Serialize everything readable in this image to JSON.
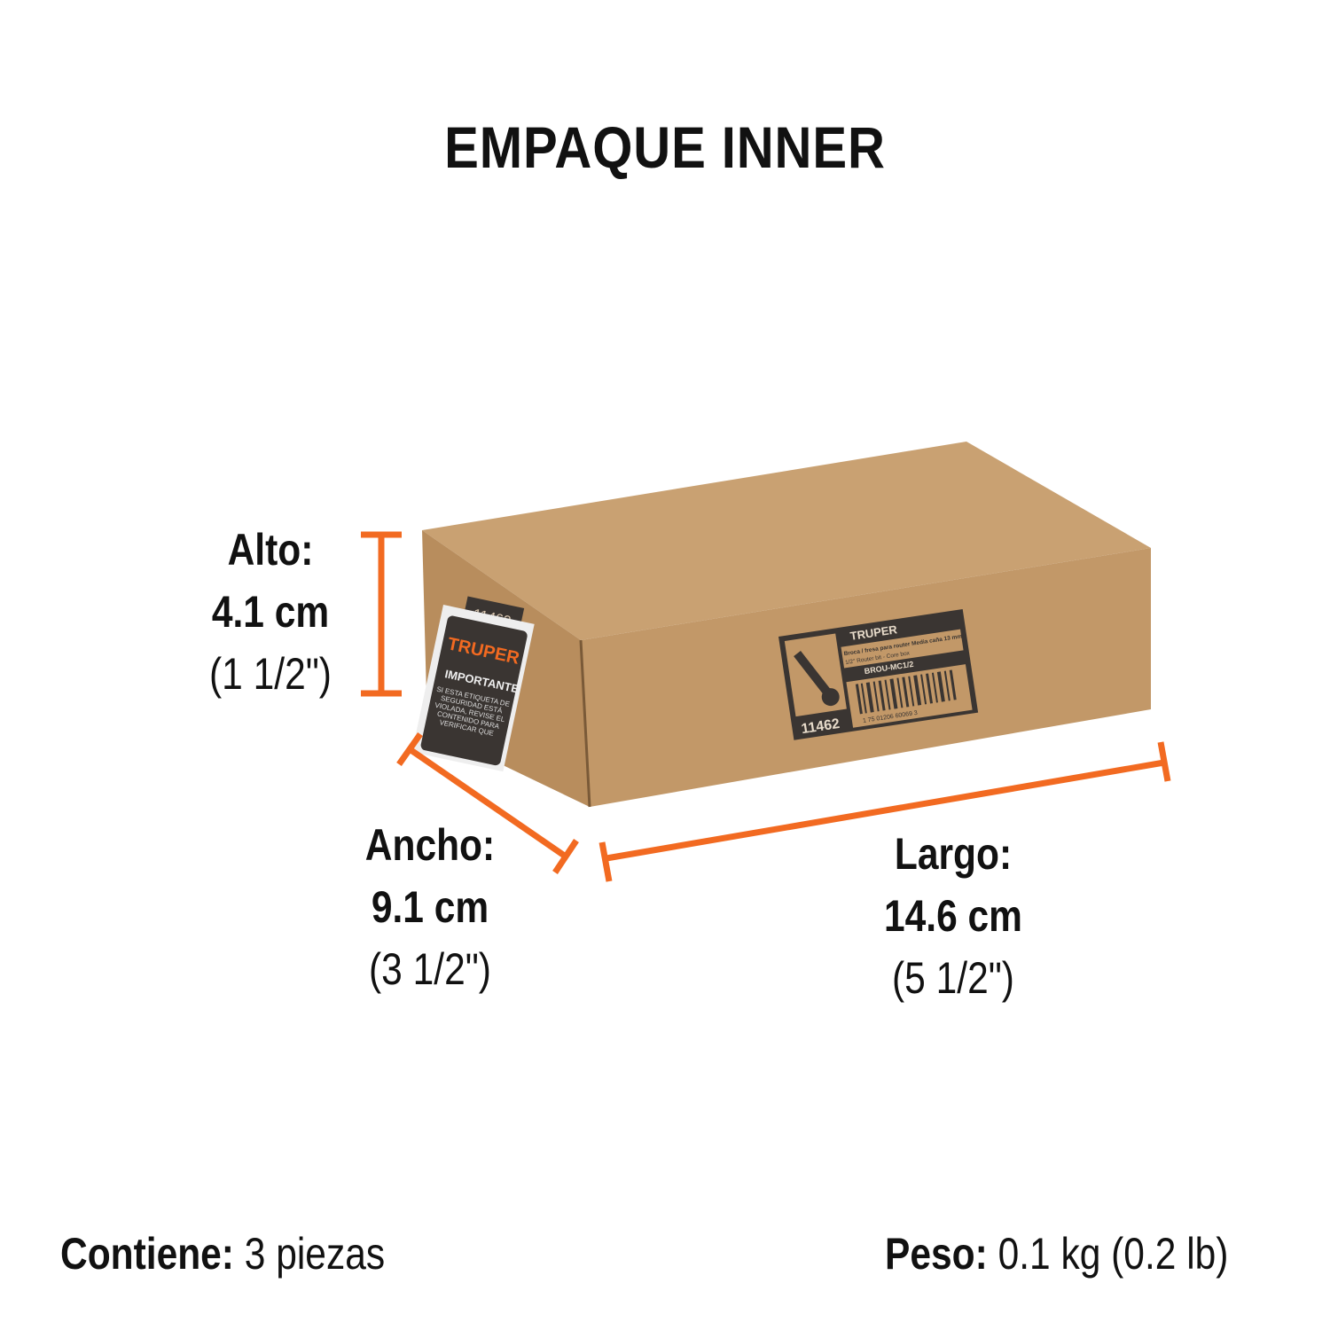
{
  "title": "EMPAQUE INNER",
  "dimensions": {
    "alto": {
      "label": "Alto:",
      "metric": "4.1 cm",
      "imperial": "(1 1/2\")"
    },
    "ancho": {
      "label": "Ancho:",
      "metric": "9.1 cm",
      "imperial": "(3 1/2\")"
    },
    "largo": {
      "label": "Largo:",
      "metric": "14.6 cm",
      "imperial": "(5 1/2\")"
    }
  },
  "footer": {
    "contents_label": "Contiene:",
    "contents_value": "3 piezas",
    "weight_label": "Peso:",
    "weight_value": "0.1 kg (0.2 lb)"
  },
  "box_label": {
    "brand": "TRUPER",
    "description_es": "Broca / fresa para router Media caña 13 mm",
    "description_en": "1/2\" Router bit - Core box",
    "clave": "BROU-MC1/2",
    "code": "11462",
    "barcode": "1 75 01206 60069 3"
  },
  "side_label": {
    "brand": "TRUPER",
    "code": "11462",
    "heading": "IMPORTANTE",
    "text": "SI ESTA ETIQUETA DE SEGURIDAD ESTÁ VIOLADA, REVISE EL CONTENIDO PARA VERIFICAR QUE"
  },
  "colors": {
    "accent": "#f26a21",
    "cardboard": "#c49a6c",
    "label_dark": "#3a3532"
  }
}
